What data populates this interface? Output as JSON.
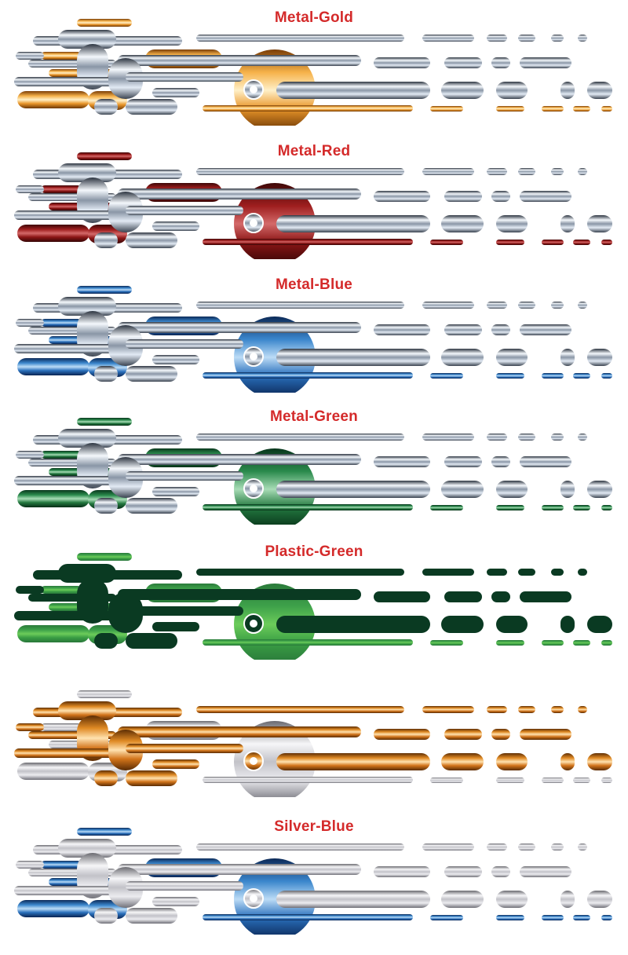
{
  "title_color": "#d42a2a",
  "panels": [
    {
      "title": "Metal-Gold",
      "primary": "metal-chrome",
      "accent": "metal-gold"
    },
    {
      "title": "Metal-Red",
      "primary": "metal-chrome",
      "accent": "metal-red"
    },
    {
      "title": "Metal-Blue",
      "primary": "metal-chrome",
      "accent": "metal-blue"
    },
    {
      "title": "Metal-Green",
      "primary": "metal-chrome",
      "accent": "metal-green"
    },
    {
      "title": "Plastic-Green",
      "primary": "plastic-dark-green",
      "accent": "plastic-green"
    },
    {
      "title": "",
      "primary": "metal-orange",
      "accent": "metal-silver"
    },
    {
      "title": "Silver-Blue",
      "primary": "metal-silver",
      "accent": "metal-blue"
    }
  ],
  "material_colors": {
    "metal-chrome": [
      "#2c3440",
      "#f4f8fc",
      "#8a96a6",
      "#e2eaf4",
      "#3a4350"
    ],
    "metal-gold": [
      "#7a3d06",
      "#f6b24a",
      "#fff0c8",
      "#e9962a",
      "#6c3604"
    ],
    "metal-red": [
      "#3e0808",
      "#9e1e1e",
      "#d46a6a",
      "#8c1616",
      "#360606"
    ],
    "metal-blue": [
      "#0c2a58",
      "#3a86cc",
      "#bcdcf6",
      "#2a70bc",
      "#0a2452"
    ],
    "metal-green": [
      "#08361c",
      "#2a8a4c",
      "#a8dcb6",
      "#23783f",
      "#062e16"
    ],
    "metal-orange": [
      "#5e2e04",
      "#e08a24",
      "#ffe2b0",
      "#d2741a",
      "#5a2c04"
    ],
    "metal-silver": [
      "#6a6a70",
      "#f6f6f8",
      "#c2c2c8",
      "#ececf0",
      "#707078"
    ],
    "plastic-dark-green": [
      "#0a3a22",
      "#0a3a22",
      "#0a3a22",
      "#0a3a22",
      "#0a3a22"
    ],
    "plastic-green": [
      "#2a7a3a",
      "#3ea24a",
      "#6ccc5a",
      "#3a9e44",
      "#28763a"
    ]
  }
}
